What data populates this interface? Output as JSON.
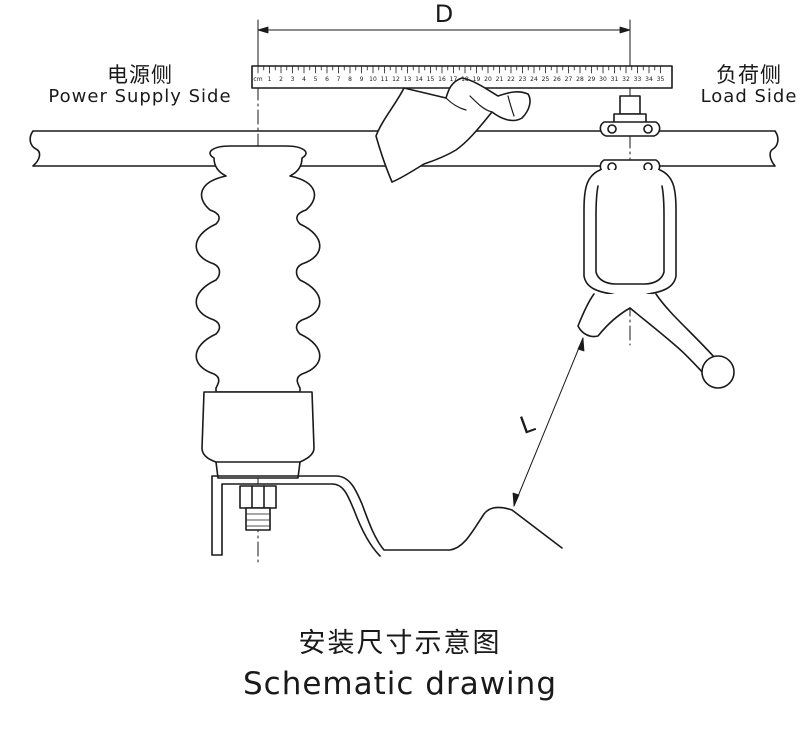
{
  "labels": {
    "power_side_cn": "电源侧",
    "power_side_en": "Power Supply Side",
    "load_side_cn": "负荷侧",
    "load_side_en": "Load Side",
    "dim_d": "D",
    "dim_l": "L"
  },
  "ruler": {
    "start_label": "cm",
    "ticks": [
      "1",
      "2",
      "3",
      "4",
      "5",
      "6",
      "7",
      "8",
      "9",
      "10",
      "11",
      "12",
      "13",
      "14",
      "15",
      "16",
      "17",
      "18",
      "19",
      "20",
      "21",
      "22",
      "23",
      "24",
      "25",
      "26",
      "27",
      "28",
      "29",
      "30",
      "31",
      "32",
      "33",
      "34",
      "35"
    ]
  },
  "caption": {
    "title_cn": "安装尺寸示意图",
    "title_en": "Schematic drawing"
  },
  "colors": {
    "stroke": "#1a1a1a",
    "background": "#ffffff"
  }
}
